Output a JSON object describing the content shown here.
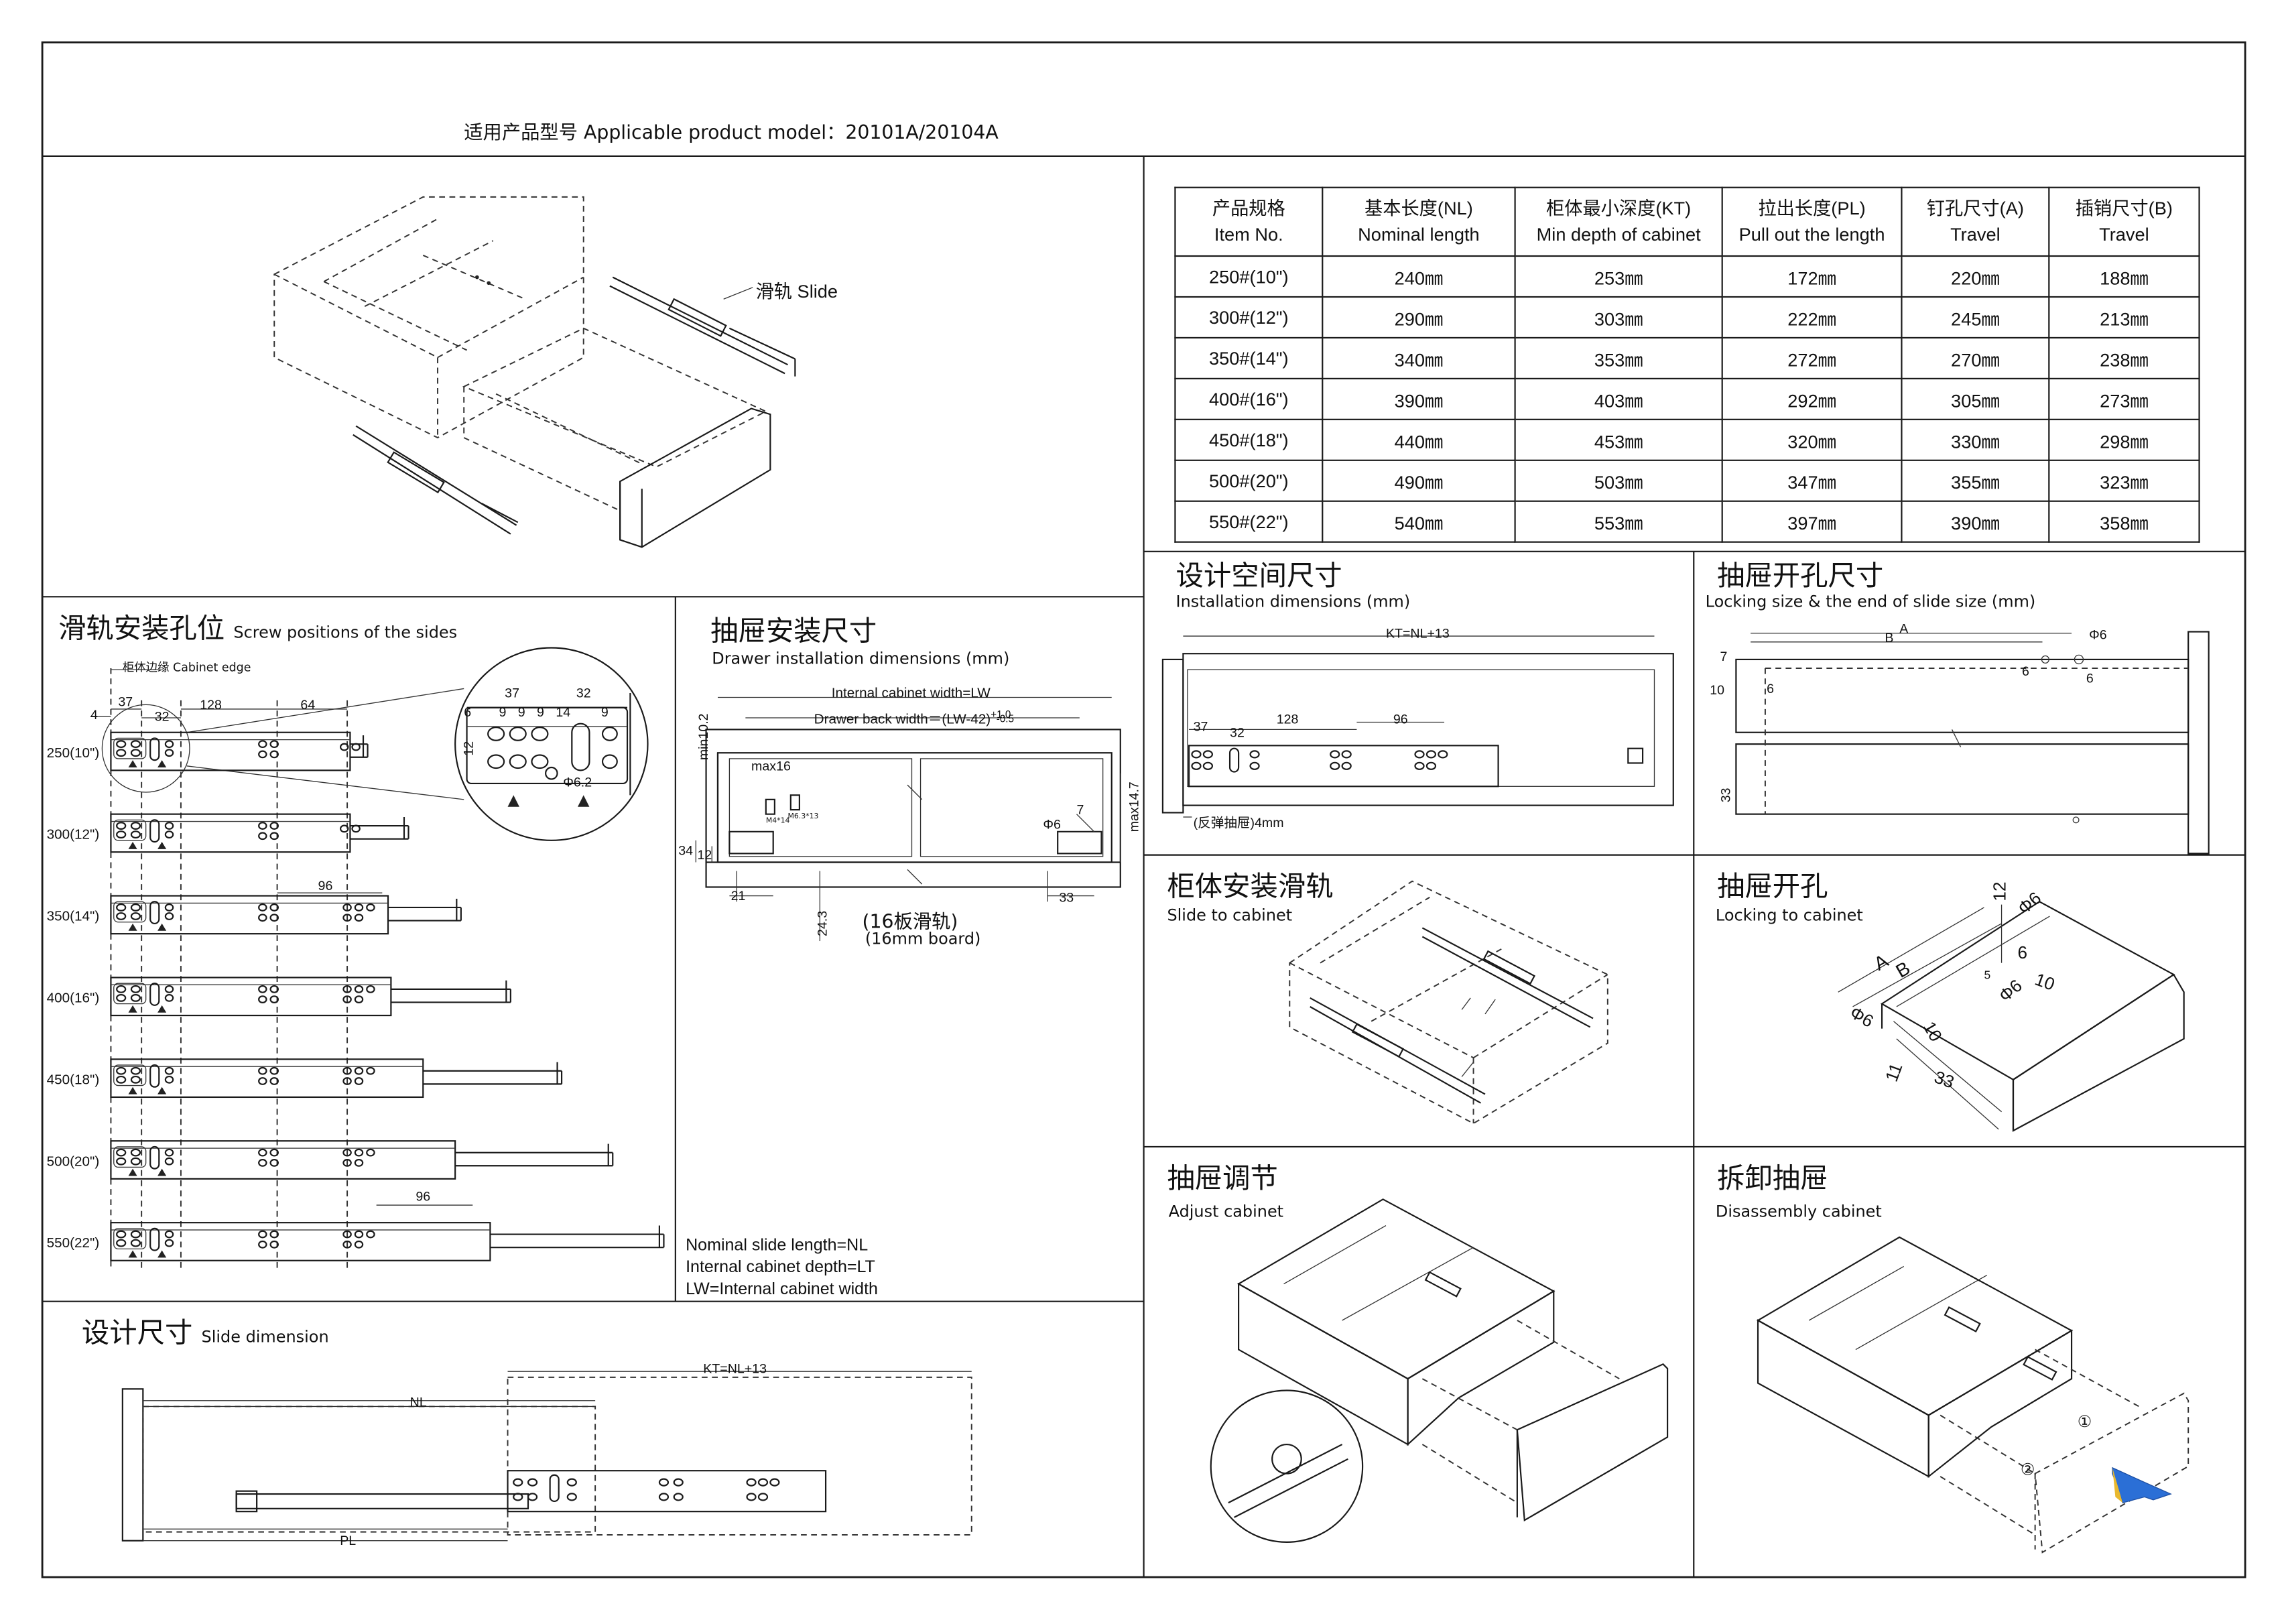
{
  "header": {
    "model_label": "适用产品型号 Applicable product model：20101A/20104A"
  },
  "exploded_view": {
    "slide_label": "滑轨 Slide"
  },
  "spec_table": {
    "headers": [
      {
        "cn": "产品规格",
        "en": "Item No."
      },
      {
        "cn": "基本长度(NL)",
        "en": "Nominal length"
      },
      {
        "cn": "柜体最小深度(KT)",
        "en": "Min depth of cabinet"
      },
      {
        "cn": "拉出长度(PL)",
        "en": "Pull out the length"
      },
      {
        "cn": "钉孔尺寸(A)",
        "en": "Travel"
      },
      {
        "cn": "插销尺寸(B)",
        "en": "Travel"
      }
    ],
    "rows": [
      [
        "250#(10\")",
        "240㎜",
        "253㎜",
        "172㎜",
        "220㎜",
        "188㎜"
      ],
      [
        "300#(12\")",
        "290㎜",
        "303㎜",
        "222㎜",
        "245㎜",
        "213㎜"
      ],
      [
        "350#(14\")",
        "340㎜",
        "353㎜",
        "272㎜",
        "270㎜",
        "238㎜"
      ],
      [
        "400#(16\")",
        "390㎜",
        "403㎜",
        "292㎜",
        "305㎜",
        "273㎜"
      ],
      [
        "450#(18\")",
        "440㎜",
        "453㎜",
        "320㎜",
        "330㎜",
        "298㎜"
      ],
      [
        "500#(20\")",
        "490㎜",
        "503㎜",
        "347㎜",
        "355㎜",
        "323㎜"
      ],
      [
        "550#(22\")",
        "540㎜",
        "553㎜",
        "397㎜",
        "390㎜",
        "358㎜"
      ]
    ]
  },
  "screw_positions": {
    "title_cn": "滑轨安装孔位",
    "title_en": "Screw positions of the sides",
    "cabinet_edge": "柜体边缘 Cabinet edge",
    "dims": {
      "d4": "4",
      "d37": "37",
      "d32": "32",
      "d128": "128",
      "d64": "64",
      "d96a": "96",
      "d96b": "96"
    },
    "rows": [
      "250(10\")",
      "300(12\")",
      "350(14\")",
      "400(16\")",
      "450(18\")",
      "500(20\")",
      "550(22\")"
    ],
    "detail": {
      "d37": "37",
      "d32": "32",
      "d6": "6",
      "d9a": "9",
      "d9b": "9",
      "d9c": "9",
      "d14": "14",
      "d9d": "9",
      "d12": "12",
      "d62": "Φ6.2"
    }
  },
  "drawer_install": {
    "title_cn": "抽屉安装尺寸",
    "title_en": "Drawer installation dimensions (mm)",
    "internal_width": "Internal cabinet width=LW",
    "back_width": "Drawer back width＝(LW-42)",
    "tol_plus": "+1.0",
    "tol_minus": "-0.5",
    "min10": "min10.2",
    "max16": "max16",
    "max14": "max14.7",
    "d7": "7",
    "phi6": "Φ6",
    "d34": "34",
    "d12": "12",
    "d21": "21",
    "d24": "24.3",
    "d33": "33",
    "board_cn": "(16板滑轨)",
    "board_en": "(16mm board)",
    "screw1": "M4*14",
    "screw2": "M6.3*13",
    "def1": "Nominal slide length=NL",
    "def2": "Internal cabinet depth=LT",
    "def3": "LW=Internal cabinet width"
  },
  "slide_dim": {
    "title_cn": "设计尺寸",
    "title_en": "Slide dimension",
    "kt": "KT=NL+13",
    "nl": "NL",
    "pl": "PL"
  },
  "install_space": {
    "title_cn": "设计空间尺寸",
    "title_en": "Installation dimensions (mm)",
    "kt": "KT=NL+13",
    "d37": "37",
    "d32": "32",
    "d128": "128",
    "d96": "96",
    "note": "(反弹抽屉)4mm"
  },
  "locking_size": {
    "title_cn": "抽屉开孔尺寸",
    "title_en": "Locking size & the end of slide size (mm)",
    "a": "A",
    "b": "B",
    "d7": "7",
    "d10": "10",
    "d6a": "6",
    "d6b": "6",
    "phi6": "Φ6",
    "d6c": "6",
    "d33": "33"
  },
  "slide_to_cabinet": {
    "title_cn": "柜体安装滑轨",
    "title_en": "Slide to cabinet"
  },
  "locking_to_cabinet": {
    "title_cn": "抽屉开孔",
    "title_en": "Locking to cabinet",
    "a": "A",
    "b": "B",
    "d12": "12",
    "phi6a": "Φ6",
    "d6": "6",
    "d10": "10",
    "d5": "5",
    "phi6b": "Φ6",
    "phi6c": "Φ6",
    "d10b": "10",
    "d11": "11",
    "d33": "33"
  },
  "adjust": {
    "title_cn": "抽屉调节",
    "title_en": "Adjust cabinet"
  },
  "disassembly": {
    "title_cn": "拆卸抽屉",
    "title_en": "Disassembly cabinet",
    "step1": "①",
    "step2": "②",
    "arrow_color": "#2b6fd6"
  }
}
